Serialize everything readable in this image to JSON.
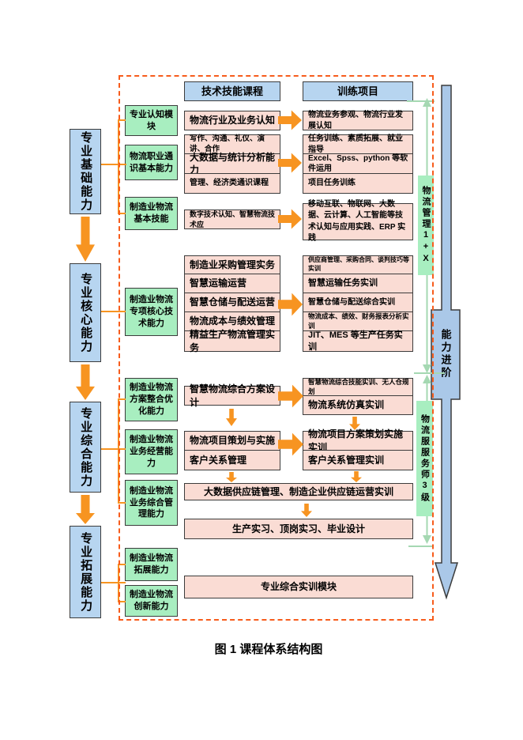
{
  "headers": {
    "skills": "技术技能课程",
    "training": "训练项目"
  },
  "rail": {
    "basic": "专业基础能力",
    "core": "专业核心能力",
    "comprehensive": "专业综合能力",
    "expansion": "专业拓展能力"
  },
  "abilities": {
    "cognition": "专业认知模块",
    "general": "物流职业通识基本能力",
    "basic_skills": "制造业物流基本技能",
    "core_tech": "制造业物流专项核心技术能力",
    "scheme_opt": "制造业物流方案整合优化能力",
    "biz_mgmt": "制造业物流业务经营能力",
    "biz_comprehensive": "制造业物流业务综合管理能力",
    "expansion": "制造业物流拓展能力",
    "innovation": "制造业物流创新能力"
  },
  "courses": {
    "industry_cognition": "物流行业及业务认知",
    "general": [
      "写作、沟通、礼仪、演讲、合作",
      "大数据与统计分析能力",
      "管理、经济类通识课程"
    ],
    "digital": "数字技术认知、智慧物流技术应",
    "core": [
      "制造业采购管理实务",
      "智慧运输运营",
      "智慧仓储与配送运营",
      "物流成本与绩效管理",
      "精益生产物流管理实务"
    ],
    "scheme": "智慧物流综合方案设计",
    "business": [
      "物流项目策划与实施",
      "客户关系管理"
    ]
  },
  "trainings": {
    "industry_cognition": "物流业务参观、物流行业发展认知",
    "general": [
      "任务训练、素质拓展、就业指导",
      "Excel、Spss、python 等软件运用",
      "项目任务训练"
    ],
    "digital": "移动互联、物联网、大数据、云计算、人工智能等技术认知与应用实践、ERP 实践",
    "core": [
      "供应商管理、采购合同、谈判技巧等实训",
      "智慧运输任务实训",
      "智慧仓储与配送综合实训",
      "物流成本、绩效、财务报表分析实训",
      "JIT、MES 等生产任务实训"
    ],
    "scheme": [
      "智慧物流综合技能实训、无人仓规划",
      "物流系统仿真实训"
    ],
    "business": [
      "物流项目方案策划实施实训",
      "客户关系管理实训"
    ],
    "supply_chain": "大数据供应链管理、制造企业供应链运营实训",
    "internship": "生产实习、顶岗实习、毕业设计",
    "comprehensive_module": "专业综合实训模块"
  },
  "right_rail": {
    "cert_1x": "物流管理1+X",
    "cert_level3": "物流服服务师3级",
    "progress": "能力进阶"
  },
  "caption": "图 1 课程体系结构图",
  "colors": {
    "light_blue": "#b7d5f0",
    "light_green": "#a8eec0",
    "light_pink": "#fadcd4",
    "orange_arrow": "#f79421",
    "dashed_border": "#f75c1c",
    "pale_green_arrow": "#a5d8b2",
    "big_arrow_blue": "#aac8e8"
  }
}
